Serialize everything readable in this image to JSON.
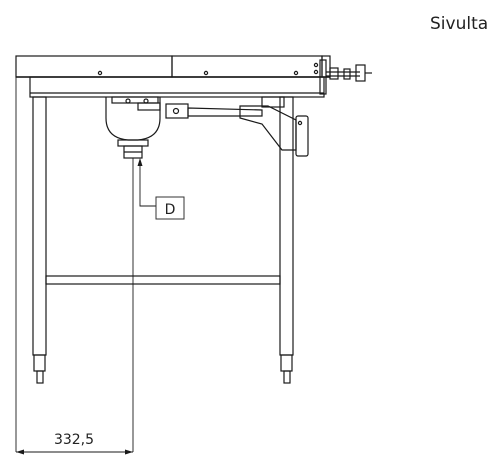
{
  "view_title": "Sivulta",
  "callout": {
    "label": "D"
  },
  "dimension": {
    "value": "332,5"
  },
  "colors": {
    "stroke": "#1a1a1a",
    "callout_box": "#333333",
    "background": "#ffffff"
  }
}
